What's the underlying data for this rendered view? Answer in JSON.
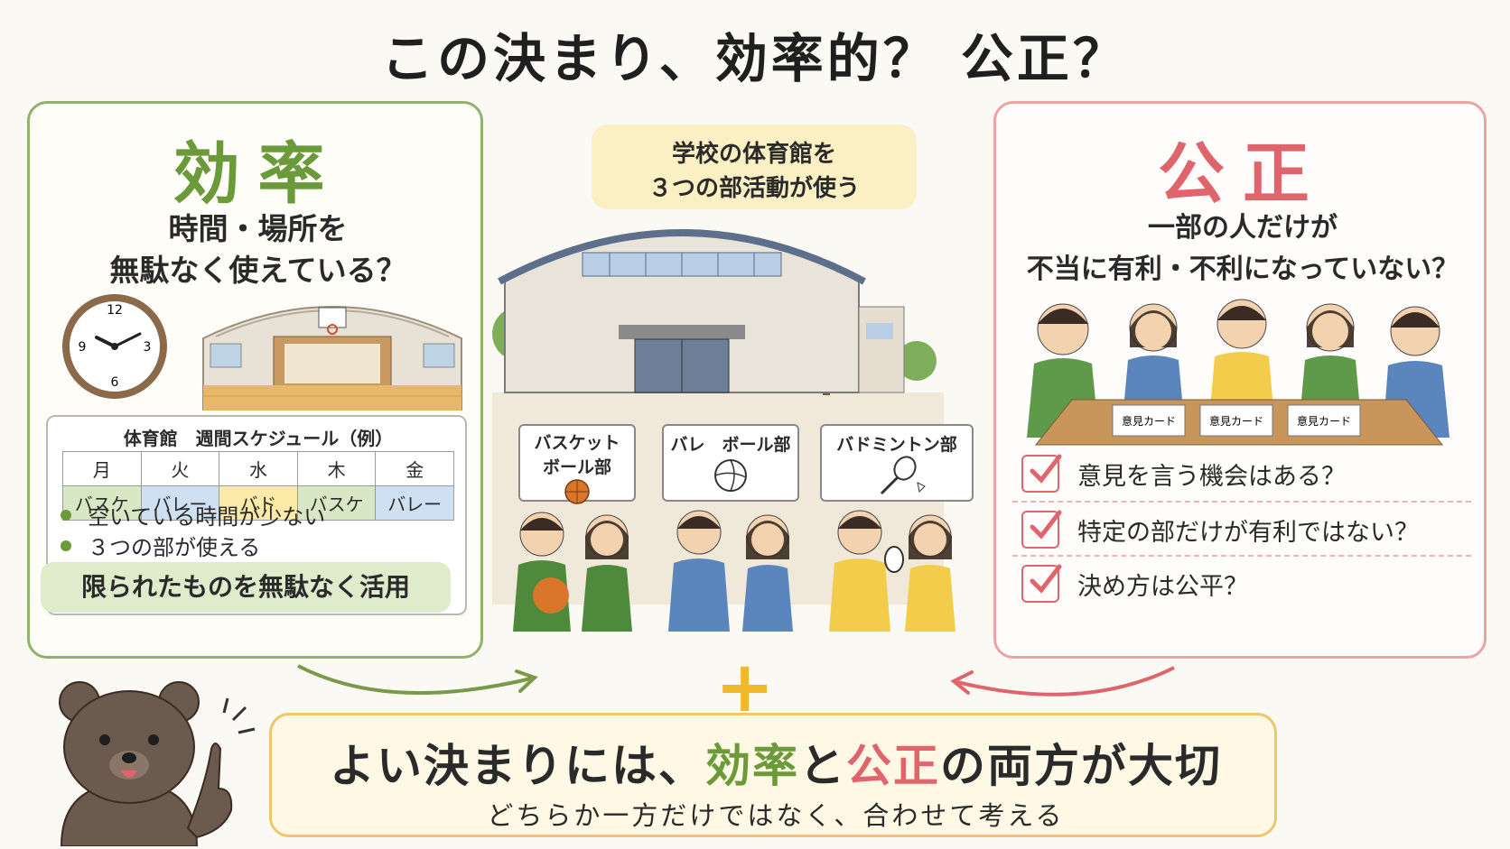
{
  "title": "この決まり、効率的？ 公正？",
  "efficiency": {
    "heading": "効率",
    "question_line1": "時間・場所を",
    "question_line2": "無駄なく使えている？",
    "clock_numbers": [
      "12",
      "3",
      "6",
      "9"
    ],
    "schedule": {
      "title": "体育館　週間スケジュール（例）",
      "days": [
        "月",
        "火",
        "水",
        "木",
        "金"
      ],
      "clubs": [
        "バスケ",
        "バレー",
        "バド",
        "バスケ",
        "バレー"
      ]
    },
    "bullets": [
      "空いている時間が少ない",
      "３つの部が使える"
    ],
    "summary": "限られたものを無駄なく活用",
    "colors": {
      "accent": "#6a9a3a",
      "border": "#8fb36a"
    }
  },
  "center": {
    "label_line1": "学校の体育館を",
    "label_line2": "３つの部活動が使う",
    "clubs": [
      {
        "line1": "バスケット",
        "line2": "ボール部",
        "icon": "basketball-icon"
      },
      {
        "line1": "バレ　ボール部",
        "line2": "",
        "icon": "volleyball-icon"
      },
      {
        "line1": "バドミントン部",
        "line2": "",
        "icon": "badminton-racket-icon"
      }
    ]
  },
  "fairness": {
    "heading": "公正",
    "question_line1": "一部の人だけが",
    "question_line2": "不当に有利・不利になっていない？",
    "card_label": "意見カード",
    "checks": [
      "意見を言う機会はある？",
      "特定の部だけが有利ではない？",
      "決め方は公平？"
    ],
    "colors": {
      "accent": "#e0646c",
      "border": "#eea2a6"
    }
  },
  "conclusion": {
    "part1": "よい決まりには、",
    "efficiency_word": "効率",
    "part2": "と",
    "fairness_word": "公正",
    "part3": "の両方が大切",
    "sub": "どちらか一方だけではなく、合わせて考える"
  }
}
